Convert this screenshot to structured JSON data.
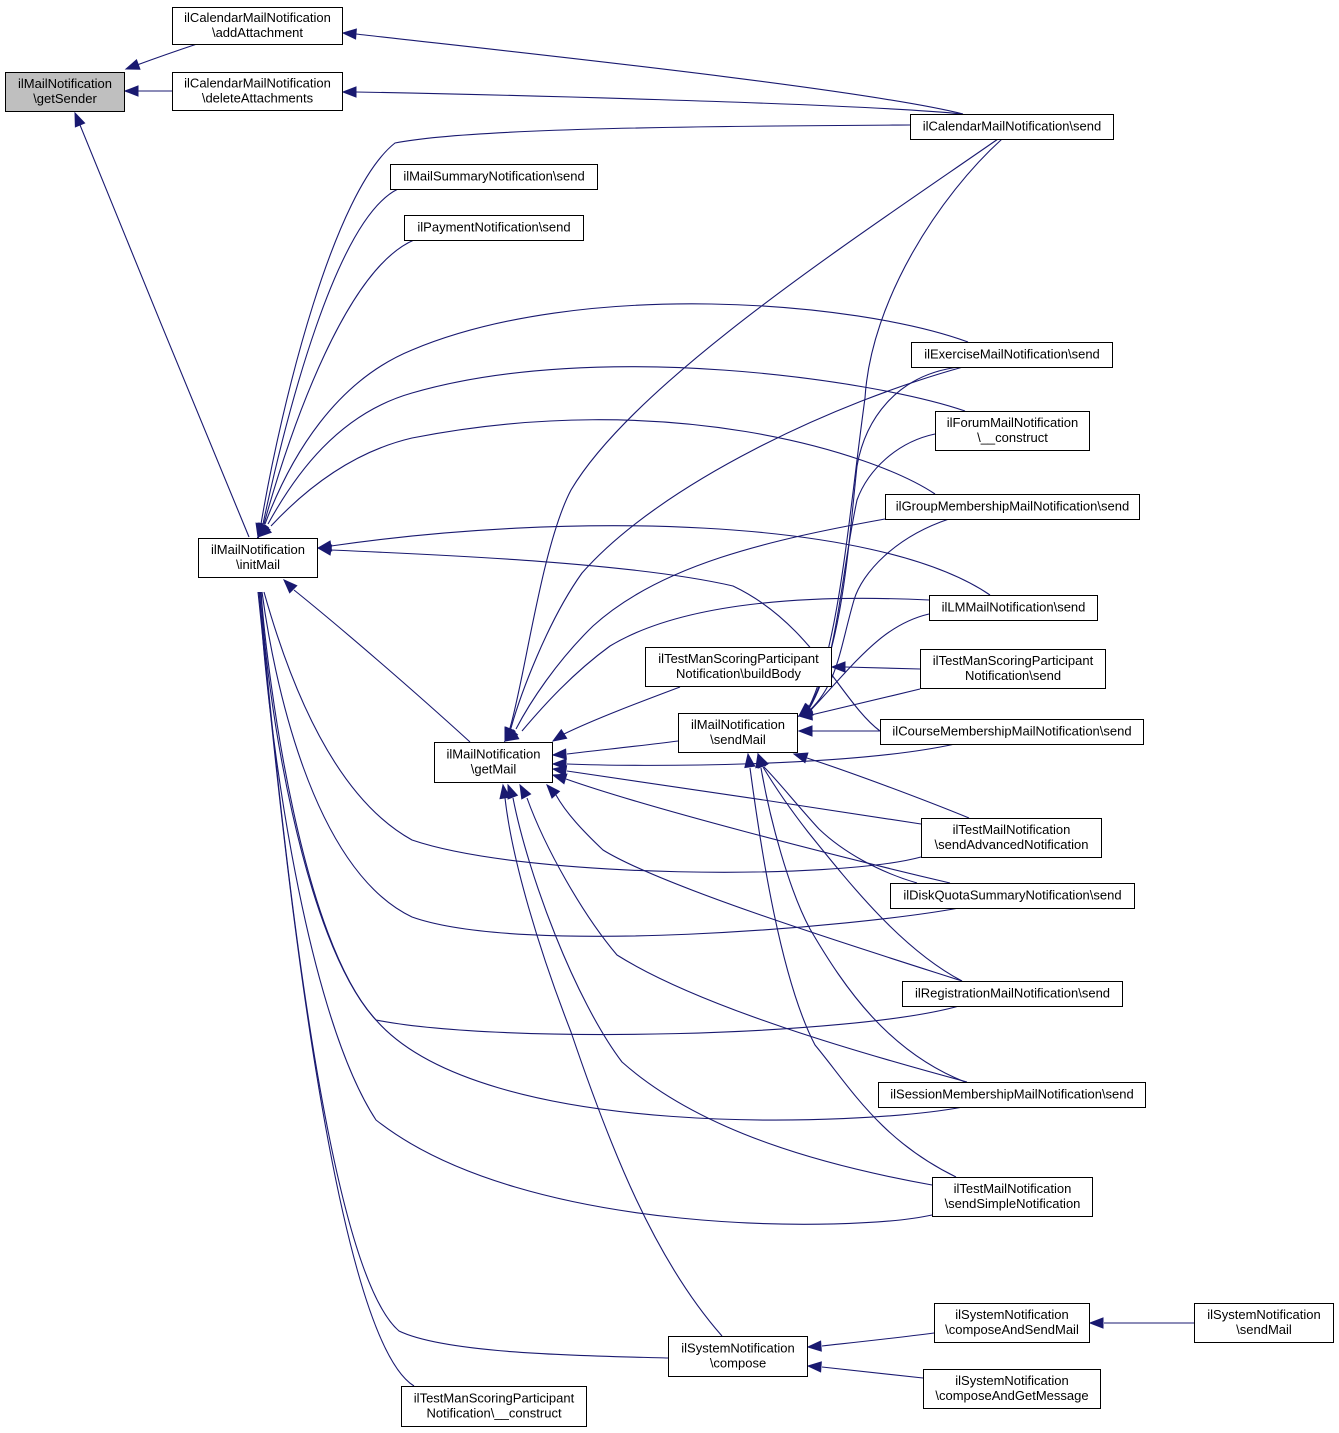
{
  "nodes": [
    {
      "id": "getSender",
      "lines": [
        "ilMailNotification",
        "\\getSender"
      ],
      "root": true
    },
    {
      "id": "addAttachment",
      "lines": [
        "ilCalendarMailNotification",
        "\\addAttachment"
      ]
    },
    {
      "id": "deleteAttachments",
      "lines": [
        "ilCalendarMailNotification",
        "\\deleteAttachments"
      ]
    },
    {
      "id": "calendarSend",
      "lines": [
        "ilCalendarMailNotification\\send"
      ]
    },
    {
      "id": "summarySend",
      "lines": [
        "ilMailSummaryNotification\\send"
      ]
    },
    {
      "id": "paymentSend",
      "lines": [
        "ilPaymentNotification\\send"
      ]
    },
    {
      "id": "exerciseSend",
      "lines": [
        "ilExerciseMailNotification\\send"
      ]
    },
    {
      "id": "forumConstruct",
      "lines": [
        "ilForumMailNotification",
        "\\__construct"
      ]
    },
    {
      "id": "groupSend",
      "lines": [
        "ilGroupMembershipMailNotification\\send"
      ]
    },
    {
      "id": "initMail",
      "lines": [
        "ilMailNotification",
        "\\initMail"
      ]
    },
    {
      "id": "lmSend",
      "lines": [
        "ilLMMailNotification\\send"
      ]
    },
    {
      "id": "buildBody",
      "lines": [
        "ilTestManScoringParticipant",
        "Notification\\buildBody"
      ]
    },
    {
      "id": "scoringSend",
      "lines": [
        "ilTestManScoringParticipant",
        "Notification\\send"
      ]
    },
    {
      "id": "sendMail",
      "lines": [
        "ilMailNotification",
        "\\sendMail"
      ]
    },
    {
      "id": "courseSend",
      "lines": [
        "ilCourseMembershipMailNotification\\send"
      ]
    },
    {
      "id": "getMail",
      "lines": [
        "ilMailNotification",
        "\\getMail"
      ]
    },
    {
      "id": "advanced",
      "lines": [
        "ilTestMailNotification",
        "\\sendAdvancedNotification"
      ]
    },
    {
      "id": "diskSend",
      "lines": [
        "ilDiskQuotaSummaryNotification\\send"
      ]
    },
    {
      "id": "registrationSend",
      "lines": [
        "ilRegistrationMailNotification\\send"
      ]
    },
    {
      "id": "sessionSend",
      "lines": [
        "ilSessionMembershipMailNotification\\send"
      ]
    },
    {
      "id": "simple",
      "lines": [
        "ilTestMailNotification",
        "\\sendSimpleNotification"
      ]
    },
    {
      "id": "composeAndSendMail",
      "lines": [
        "ilSystemNotification",
        "\\composeAndSendMail"
      ]
    },
    {
      "id": "sysSendMail",
      "lines": [
        "ilSystemNotification",
        "\\sendMail"
      ]
    },
    {
      "id": "compose",
      "lines": [
        "ilSystemNotification",
        "\\compose"
      ]
    },
    {
      "id": "composeAndGetMessage",
      "lines": [
        "ilSystemNotification",
        "\\composeAndGetMessage"
      ]
    },
    {
      "id": "scoringConstruct",
      "lines": [
        "ilTestManScoringParticipant",
        "Notification\\__construct"
      ]
    }
  ],
  "edges": [
    [
      "addAttachment",
      "getSender"
    ],
    [
      "deleteAttachments",
      "getSender"
    ],
    [
      "initMail",
      "getSender"
    ],
    [
      "calendarSend",
      "addAttachment"
    ],
    [
      "calendarSend",
      "deleteAttachments"
    ],
    [
      "calendarSend",
      "initMail"
    ],
    [
      "summarySend",
      "initMail"
    ],
    [
      "paymentSend",
      "initMail"
    ],
    [
      "exerciseSend",
      "initMail"
    ],
    [
      "forumConstruct",
      "initMail"
    ],
    [
      "groupSend",
      "initMail"
    ],
    [
      "lmSend",
      "initMail"
    ],
    [
      "courseSend",
      "initMail"
    ],
    [
      "advanced",
      "initMail"
    ],
    [
      "diskSend",
      "initMail"
    ],
    [
      "registrationSend",
      "initMail"
    ],
    [
      "sessionSend",
      "initMail"
    ],
    [
      "simple",
      "initMail"
    ],
    [
      "compose",
      "initMail"
    ],
    [
      "scoringConstruct",
      "initMail"
    ],
    [
      "getMail",
      "initMail"
    ],
    [
      "calendarSend",
      "getMail"
    ],
    [
      "exerciseSend",
      "getMail"
    ],
    [
      "groupSend",
      "getMail"
    ],
    [
      "lmSend",
      "getMail"
    ],
    [
      "buildBody",
      "getMail"
    ],
    [
      "sendMail",
      "getMail"
    ],
    [
      "courseSend",
      "getMail"
    ],
    [
      "advanced",
      "getMail"
    ],
    [
      "diskSend",
      "getMail"
    ],
    [
      "registrationSend",
      "getMail"
    ],
    [
      "sessionSend",
      "getMail"
    ],
    [
      "simple",
      "getMail"
    ],
    [
      "compose",
      "getMail"
    ],
    [
      "scoringSend",
      "buildBody"
    ],
    [
      "calendarSend",
      "sendMail"
    ],
    [
      "exerciseSend",
      "sendMail"
    ],
    [
      "forumConstruct",
      "sendMail"
    ],
    [
      "groupSend",
      "sendMail"
    ],
    [
      "lmSend",
      "sendMail"
    ],
    [
      "scoringSend",
      "sendMail"
    ],
    [
      "courseSend",
      "sendMail"
    ],
    [
      "advanced",
      "sendMail"
    ],
    [
      "diskSend",
      "sendMail"
    ],
    [
      "registrationSend",
      "sendMail"
    ],
    [
      "sessionSend",
      "sendMail"
    ],
    [
      "simple",
      "sendMail"
    ],
    [
      "composeAndSendMail",
      "compose"
    ],
    [
      "composeAndGetMessage",
      "compose"
    ],
    [
      "sysSendMail",
      "composeAndSendMail"
    ]
  ]
}
